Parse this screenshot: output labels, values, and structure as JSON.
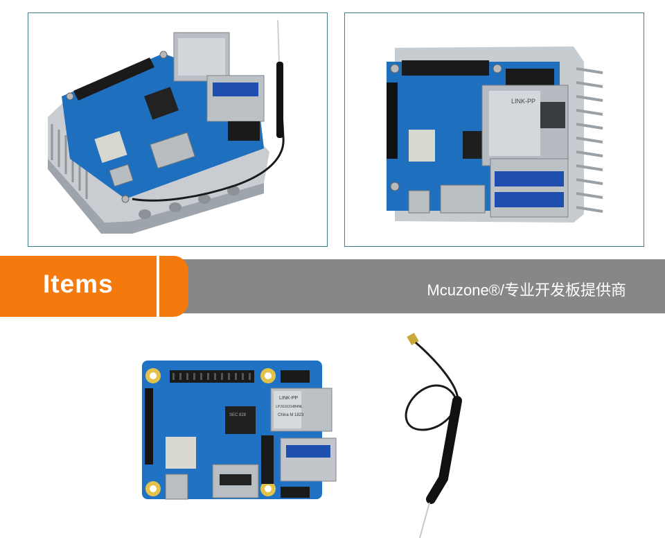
{
  "banner": {
    "title": "Items",
    "brand": "Mcuzone®/专业开发板提供商"
  },
  "board_chips": {
    "ethernet_marking": "LINK-PP",
    "ethernet_part": "LPJG16314B4NL",
    "ethernet_origin": "China M 1823"
  },
  "colors": {
    "banner_orange": "#f57a0e",
    "banner_gray": "#878787",
    "board_blue": "#1f6fbf",
    "frame_border": "#3d7d8a"
  }
}
